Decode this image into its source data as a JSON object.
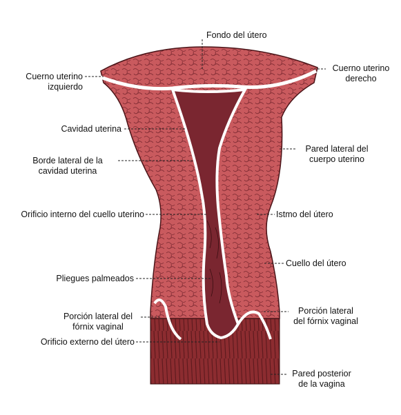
{
  "colors": {
    "tissue": "#c95a5e",
    "tissue_dark": "#8a2f36",
    "cavity": "#ffffff",
    "vagina": "#8c2c30",
    "leader": "#222222"
  },
  "labels": {
    "fundus": "Fondo del útero",
    "left_horn": [
      "Cuerno uterino",
      "izquierdo"
    ],
    "right_horn": [
      "Cuerno uterino",
      "derecho"
    ],
    "cavity": "Cavidad uterina",
    "lateral_border": [
      "Borde lateral de la",
      "cavidad uterina"
    ],
    "lateral_wall": [
      "Pared lateral del",
      "cuerpo uterino"
    ],
    "internal_os": "Orificio interno del cuello uterino",
    "isthmus": "Istmo del útero",
    "cervix": "Cuello del útero",
    "palmate_folds": "Pliegues palmeados",
    "fornix_left": [
      "Porción lateral del",
      "fórnix vaginal"
    ],
    "fornix_right": [
      "Porción lateral",
      "del fórnix vaginal"
    ],
    "external_os": "Orificio externo del útero",
    "vagina_posterior": [
      "Pared posterior",
      "de la vagina"
    ]
  }
}
